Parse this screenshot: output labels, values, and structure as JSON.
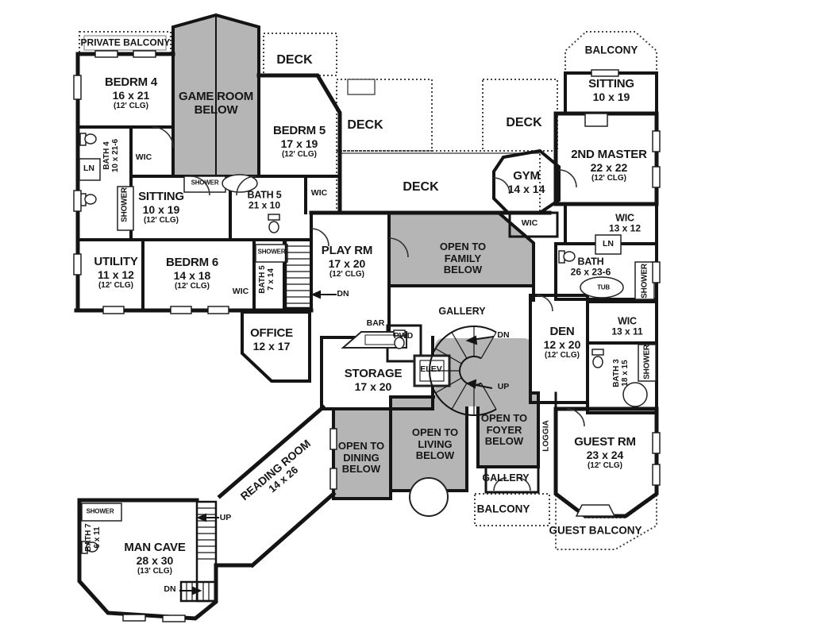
{
  "plan": {
    "colors": {
      "shaded": "#b5b5b5",
      "wall": "#141414",
      "paper": "#ffffff"
    },
    "labels": {
      "private_balcony": {
        "name": "PRIVATE BALCONY"
      },
      "bedrm4": {
        "name": "BEDRM 4",
        "dims": "16 x 21",
        "clg": "(12' CLG)"
      },
      "game_room": {
        "l1": "GAME ROOM",
        "l2": "BELOW"
      },
      "deck": {
        "name": "DECK"
      },
      "bedrm5": {
        "name": "BEDRM 5",
        "dims": "17 x 19",
        "clg": "(12' CLG)"
      },
      "gym": {
        "name": "GYM",
        "dims": "14 x 14"
      },
      "balcony": {
        "name": "BALCONY"
      },
      "sitting_right": {
        "name": "SITTING",
        "dims": "10 x 19"
      },
      "second_master": {
        "name": "2ND MASTER",
        "dims": "22 x 22",
        "clg": "(12' CLG)"
      },
      "wic": {
        "name": "WIC"
      },
      "wic_13x12": {
        "name": "WIC",
        "dims": "13 x 12"
      },
      "ln": {
        "name": "LN"
      },
      "bath4": {
        "name": "BATH 4",
        "dims": "10 x 21-6"
      },
      "shower": {
        "name": "SHOWER"
      },
      "sitting_left": {
        "name": "SITTING",
        "dims": "10 x 19",
        "clg": "(12' CLG)"
      },
      "bath5": {
        "name": "BATH 5",
        "dims": "21 x 10"
      },
      "utility": {
        "name": "UTILITY",
        "dims": "11 x 12",
        "clg": "(12' CLG)"
      },
      "bedrm6": {
        "name": "BEDRM 6",
        "dims": "14 x 18",
        "clg": "(12' CLG)"
      },
      "bath5b": {
        "name": "BATH 5",
        "dims": "7 x 14"
      },
      "play_rm": {
        "name": "PLAY RM",
        "dims": "17 x 20",
        "clg": "(12' CLG)"
      },
      "dn": {
        "name": "DN"
      },
      "up": {
        "name": "UP"
      },
      "open_family": {
        "l1": "OPEN TO",
        "l2": "FAMILY",
        "l3": "BELOW"
      },
      "gallery": {
        "name": "GALLERY"
      },
      "bar": {
        "name": "BAR"
      },
      "pwd": {
        "name": "PWD"
      },
      "elev": {
        "name": "ELEV"
      },
      "storage": {
        "name": "STORAGE",
        "dims": "17 x 20"
      },
      "office": {
        "name": "OFFICE",
        "dims": "12 x 17"
      },
      "den": {
        "name": "DEN",
        "dims": "12 x 20",
        "clg": "(12' CLG)"
      },
      "bath_master": {
        "name": "BATH",
        "dims": "26 x 23-6"
      },
      "tub": {
        "name": "TUB"
      },
      "wic_13x11": {
        "name": "WIC",
        "dims": "13 x 11"
      },
      "bath3": {
        "name": "BATH 3",
        "dims": "18 x 15"
      },
      "open_dining": {
        "l1": "OPEN TO",
        "l2": "DINING",
        "l3": "BELOW"
      },
      "open_living": {
        "l1": "OPEN TO",
        "l2": "LIVING",
        "l3": "BELOW"
      },
      "open_foyer": {
        "l1": "OPEN TO",
        "l2": "FOYER",
        "l3": "BELOW"
      },
      "loggia": {
        "name": "LOGGIA"
      },
      "guest_rm": {
        "name": "GUEST RM",
        "dims": "23 x 24",
        "clg": "(12' CLG)"
      },
      "guest_balcony": {
        "name": "GUEST BALCONY"
      },
      "man_cave": {
        "name": "MAN CAVE",
        "dims": "28 x 30",
        "clg": "(13' CLG)"
      },
      "bath7": {
        "name": "BATH 7",
        "dims": "6 x 11"
      },
      "reading_room": {
        "name": "READING ROOM",
        "dims": "14 x 26"
      }
    }
  }
}
